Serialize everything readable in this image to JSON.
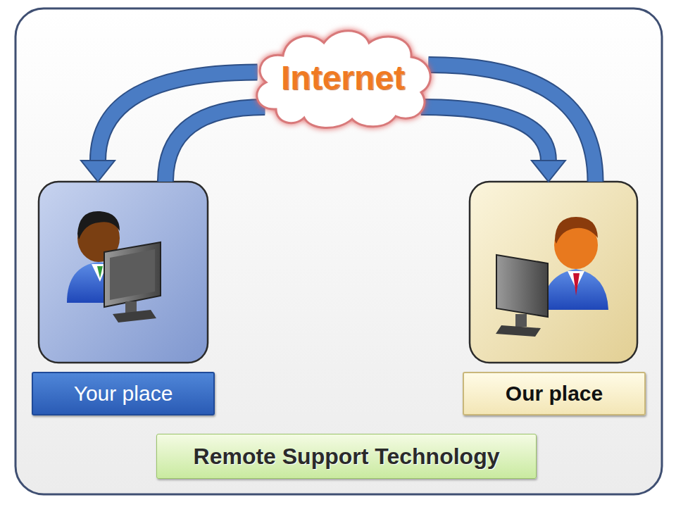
{
  "diagram": {
    "nodes": [
      {
        "text": [
          "Internet"
        ]
      },
      {
        "text": [
          "Your place"
        ]
      },
      {
        "text": [
          "Our place"
        ]
      },
      {
        "text": [
          "Remote Support Technology"
        ]
      }
    ],
    "edges": [
      {
        "from": 0,
        "to": 1,
        "arrow": "to"
      },
      {
        "from": 1,
        "to": 0,
        "arrow": "none"
      },
      {
        "from": 0,
        "to": 2,
        "arrow": "to"
      },
      {
        "from": 2,
        "to": 0,
        "arrow": "none"
      }
    ]
  }
}
